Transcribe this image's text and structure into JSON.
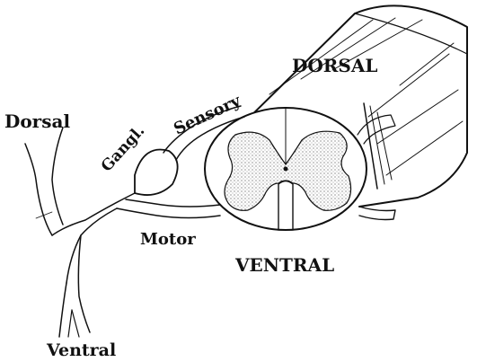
{
  "diagram": {
    "labels": {
      "dorsal_root_top": "Dorsal",
      "gangl": "Gangl.",
      "sensory": "Sensory",
      "dorsal_cord": "DORSAL",
      "motor": "Motor",
      "ventral_cord": "VENTRAL",
      "ventral_root_bottom": "Ventral"
    },
    "colors": {
      "ink": "#111111",
      "paper": "#ffffff",
      "stipple": "#555555"
    }
  }
}
